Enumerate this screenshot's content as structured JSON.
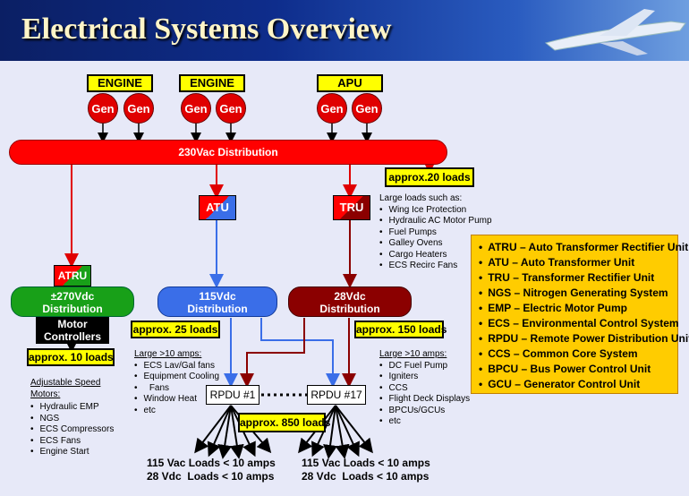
{
  "title": "Electrical Systems Overview",
  "sources": [
    {
      "label": "ENGINE",
      "gens": [
        "Gen",
        "Gen"
      ]
    },
    {
      "label": "ENGINE",
      "gens": [
        "Gen",
        "Gen"
      ]
    },
    {
      "label": "APU",
      "gens": [
        "Gen",
        "Gen"
      ]
    }
  ],
  "main_bus": "230Vac Distribution",
  "approx_20": "approx.20 loads",
  "large_loads_title": "Large loads such as:",
  "large_loads": [
    "Wing Ice Protection",
    "Hydraulic AC Motor Pump",
    "Fuel Pumps",
    "Galley Ovens",
    "Cargo Heaters",
    "ECS Recirc Fans"
  ],
  "atu": "ATU",
  "tru": "TRU",
  "atru": "ATRU",
  "bus_270": [
    "±270Vdc",
    "Distribution"
  ],
  "bus_115": [
    "115Vdc",
    "Distribution"
  ],
  "bus_28": [
    "28Vdc",
    "Distribution"
  ],
  "motor_controllers": [
    "Motor",
    "Controllers"
  ],
  "approx_10": "approx. 10 loads",
  "approx_25": "approx. 25 loads",
  "approx_150": "approx. 150 loads",
  "approx_850": "approx. 850 loads",
  "asd_title": [
    "Adjustable Speed",
    "Motors:"
  ],
  "asd_items": [
    "Hydraulic EMP",
    "NGS",
    "ECS Compressors",
    "ECS Fans",
    "Engine Start"
  ],
  "large10_left_title": "Large >10 amps:",
  "large10_left_items": [
    "ECS Lav/Gal fans",
    "Equipment Cooling",
    "Fans",
    "Window Heat",
    "etc"
  ],
  "large10_right_title": "Large >10 amps:",
  "large10_right_items": [
    "DC Fuel Pump",
    "Igniters",
    "CCS",
    "Flight Deck Displays",
    "BPCUs/GCUs",
    "etc"
  ],
  "rpdu1": "RPDU #1",
  "rpdu17": "RPDU #17",
  "loads_left": [
    "115 Vac Loads < 10 amps",
    "28 Vdc  Loads < 10 amps"
  ],
  "loads_right": [
    "115 Vac Loads < 10 amps",
    "28 Vdc  Loads < 10 amps"
  ],
  "legend": [
    "ATRU – Auto Transformer Rectifier Unit",
    "ATU – Auto Transformer Unit",
    "TRU – Transformer Rectifier Unit",
    "NGS – Nitrogen Generating System",
    "EMP – Electric Motor Pump",
    "ECS – Environmental Control System",
    "RPDU – Remote Power Distribution Unit",
    "CCS – Common Core System",
    "BPCU – Bus Power Control Unit",
    "GCU – Generator Control Unit"
  ],
  "colors": {
    "red": "#ff0000",
    "blue": "#3a6ee8",
    "darkred": "#8b0000",
    "green": "#18a018",
    "yellow": "#ffff00",
    "legend_bg": "#ffcc00"
  }
}
